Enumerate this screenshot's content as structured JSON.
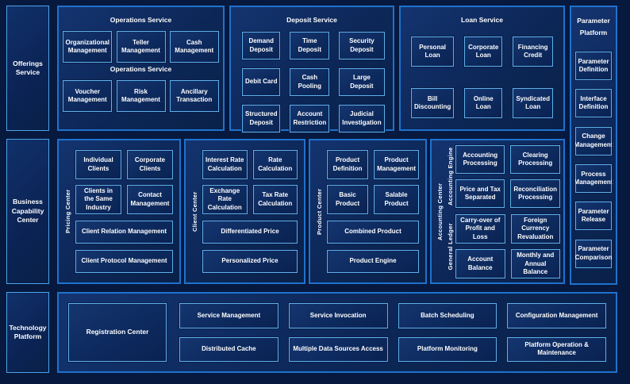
{
  "colors": {
    "background": "#07193f",
    "panel_border": "#1f72cd",
    "box_border": "#5fb0ea",
    "text": "#ffffff"
  },
  "left_rail": {
    "offerings": "Offerings Service",
    "business": "Business Capability Center",
    "technology": "Technology Platform"
  },
  "operations": {
    "title": "Operations Service",
    "subtitle": "Operations Service",
    "row1": [
      "Organizational Management",
      "Teller Management",
      "Cash Management"
    ],
    "row2": [
      "Voucher Management",
      "Risk Management",
      "Ancillary Transaction"
    ]
  },
  "deposit": {
    "title": "Deposit Service",
    "items": [
      "Demand Deposit",
      "Time Deposit",
      "Security Deposit",
      "Debit Card",
      "Cash Pooling",
      "Large Deposit",
      "Structured Deposit",
      "Account Restriction",
      "Judicial Investigation"
    ]
  },
  "loan": {
    "title": "Loan Service",
    "items": [
      "Personal Loan",
      "Corporate Loan",
      "Financing Credit",
      "Bill Discounting",
      "Online Loan",
      "Syndicated Loan"
    ]
  },
  "parameter": {
    "title": "Parameter Platform",
    "items": [
      "Parameter Definition",
      "Interface Definition",
      "Change Management",
      "Process Management",
      "Parameter Release",
      "Parameter Comparison"
    ]
  },
  "pricing": {
    "label": "Pricing Center",
    "small": [
      "Individual Clients",
      "Corporate Clients",
      "Clients in the Same Industry",
      "Contact Management"
    ],
    "wide": [
      "Client Relation Management",
      "Client Protocol Management"
    ]
  },
  "client": {
    "label": "Client Center",
    "small": [
      "Interest Rate Calculation",
      "Rate Calculation",
      "Exchange Rate Calculation",
      "Tax Rate Calculation"
    ],
    "wide": [
      "Differentiated Price",
      "Personalized Price"
    ]
  },
  "product": {
    "label": "Product Center",
    "small": [
      "Product Definition",
      "Product Management",
      "Basic Product",
      "Salable Product"
    ],
    "wide": [
      "Combined Product",
      "Product Engine"
    ]
  },
  "accounting": {
    "label": "Accounting Center",
    "groups": [
      {
        "label": "Accounting Engine",
        "items": [
          "Accounting Processing",
          "Clearing Processing",
          "Price and Tax Separated",
          "Reconciliation Processing"
        ]
      },
      {
        "label": "General Ledger",
        "items": [
          "Carry-over of Profit and Loss",
          "Foreign Currency Revaluation",
          "Account Balance",
          "Monthly and Annual Balance"
        ]
      }
    ]
  },
  "technology": {
    "registration": "Registration Center",
    "row1": [
      "Service Management",
      "Service Invocation",
      "Batch Scheduling",
      "Configuration Management"
    ],
    "row2": [
      "Distributed Cache",
      "Multiple Data Sources Access",
      "Platform Monitoring",
      "Platform Operation & Maintenance"
    ]
  }
}
